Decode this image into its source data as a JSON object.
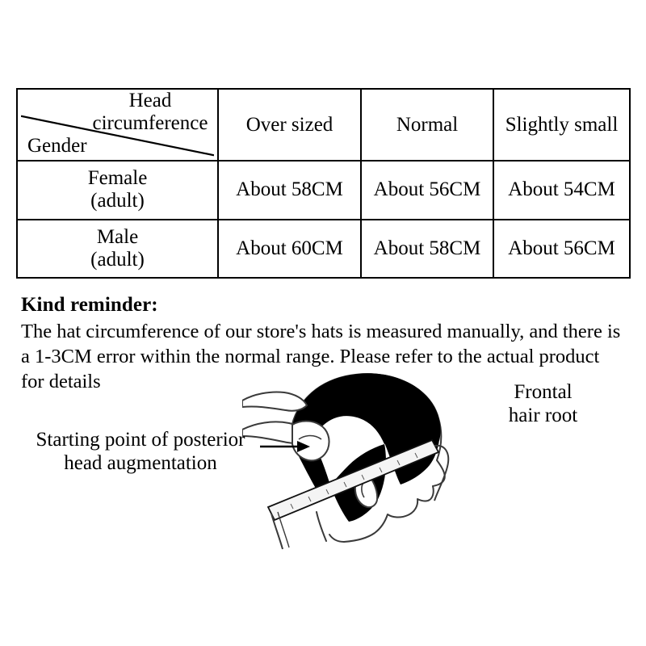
{
  "table": {
    "corner": {
      "column_label": "Head circumference",
      "column_label_line1": "Head",
      "column_label_line2": "circumference",
      "row_label": "Gender"
    },
    "columns": [
      {
        "label": "Over sized"
      },
      {
        "label": "Normal"
      },
      {
        "label": "Slightly small"
      }
    ],
    "rows": [
      {
        "label_line1": "Female",
        "label_line2": "(adult)",
        "values": [
          "About 58CM",
          "About 56CM",
          "About 54CM"
        ]
      },
      {
        "label_line1": "Male",
        "label_line2": "(adult)",
        "values": [
          "About 60CM",
          "About 58CM",
          "About 56CM"
        ]
      }
    ]
  },
  "reminder": {
    "title": "Kind reminder:",
    "body": "The hat circumference of our store's hats is measured manually, and there is a 1-3CM error within the normal range. Please refer to the actual product for details"
  },
  "diagram": {
    "frontal_label_line1": "Frontal",
    "frontal_label_line2": "hair root",
    "posterior_label_line1": "Starting point of posterior",
    "posterior_label_line2": "head augmentation",
    "colors": {
      "hair": "#000000",
      "outline": "#3a3a3a",
      "background": "#ffffff",
      "tape": "#f2f2f2"
    }
  }
}
